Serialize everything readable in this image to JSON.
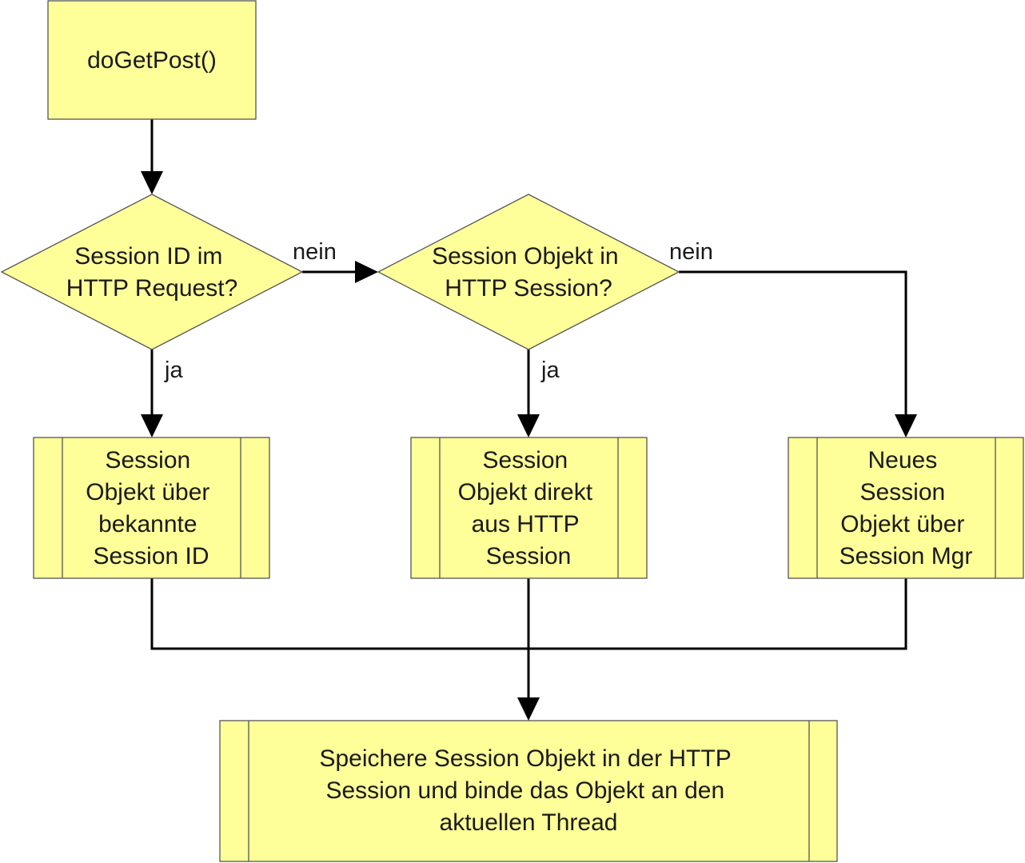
{
  "nodes": {
    "start": {
      "lines": [
        "doGetPost()"
      ]
    },
    "decision1": {
      "lines": [
        "Session ID im",
        "HTTP Request?"
      ]
    },
    "decision2": {
      "lines": [
        "Session Objekt in",
        "HTTP Session?"
      ]
    },
    "process1": {
      "lines": [
        "Session",
        "Objekt über",
        "bekannte",
        "Session ID"
      ]
    },
    "process2": {
      "lines": [
        "Session",
        "Objekt direkt",
        "aus HTTP",
        "Session"
      ]
    },
    "process3": {
      "lines": [
        "Neues",
        "Session",
        "Objekt über",
        "Session Mgr"
      ]
    },
    "final": {
      "lines": [
        "Speichere Session Objekt in der HTTP",
        "Session und binde das Objekt an den",
        "aktuellen Thread"
      ]
    }
  },
  "edge_labels": {
    "d1_no": "nein",
    "d1_yes": "ja",
    "d2_no": "nein",
    "d2_yes": "ja"
  },
  "colors": {
    "fill": "#ffff99",
    "stroke": "#555555",
    "line": "#000000"
  }
}
